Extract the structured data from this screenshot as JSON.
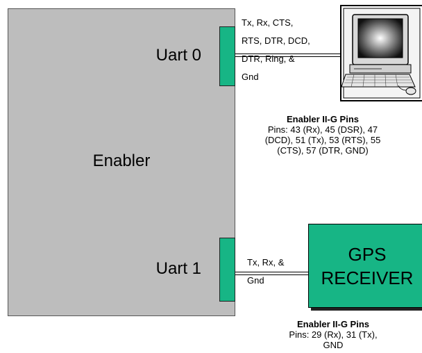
{
  "enabler": {
    "label": "Enabler",
    "uart0_label": "Uart 0",
    "uart1_label": "Uart 1"
  },
  "uart0_signals": [
    "Tx, Rx, CTS,",
    "RTS, DTR, DCD,",
    "DTR, Ring, &",
    "Gnd"
  ],
  "uart1_signals": [
    "Tx, Rx, &",
    "Gnd"
  ],
  "gps": {
    "lines": [
      "GPS",
      "RECEIVER"
    ]
  },
  "pins_uart0": {
    "title": "Enabler II-G Pins",
    "lines": [
      "Pins: 43 (Rx), 45 (DSR), 47",
      "(DCD), 51 (Tx), 53 (RTS), 55",
      "(CTS), 57 (DTR, GND)"
    ]
  },
  "pins_uart1": {
    "title": "Enabler II-G Pins",
    "lines": [
      "Pins: 29 (Rx),  31 (Tx),",
      "GND"
    ]
  },
  "colors": {
    "box_gray": "#bdbdbd",
    "uart_green": "#17b585",
    "gps_green": "#17b585"
  },
  "icons": {
    "computer": "desktop-computer-icon"
  }
}
